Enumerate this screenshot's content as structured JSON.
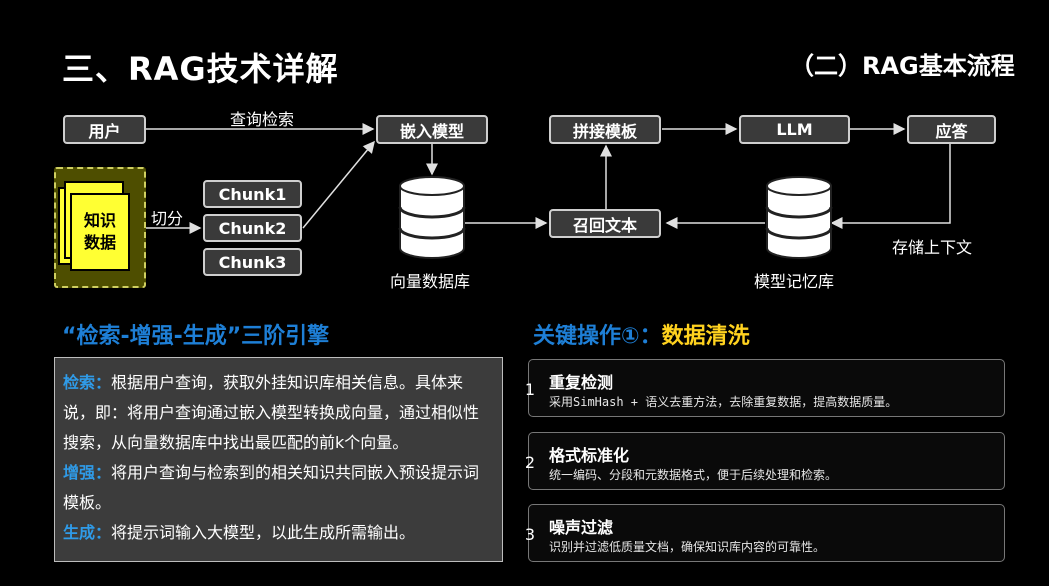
{
  "header": {
    "title": "三、RAG技术详解",
    "subtitle": "（二）RAG基本流程"
  },
  "flow": {
    "user": "用户",
    "query_label": "查询检索",
    "embed_model": "嵌入模型",
    "concat_template": "拼接模板",
    "llm": "LLM",
    "answer": "应答",
    "knowledge_data": "知识\n数据",
    "split_label": "切分",
    "chunks": [
      "Chunk1",
      "Chunk2",
      "Chunk3"
    ],
    "recall_text": "召回文本",
    "vector_db": "向量数据库",
    "model_memory": "模型记忆库",
    "store_context": "存储上下文"
  },
  "left_section": {
    "title": "“检索-增强-生成”三阶引擎",
    "items": [
      {
        "key": "检索：",
        "text": "根据用户查询，获取外挂知识库相关信息。具体来说，即：将用户查询通过嵌入模型转换成向量，通过相似性搜索，从向量数据库中找出最匹配的前k个向量。"
      },
      {
        "key": "增强：",
        "text": "将用户查询与检索到的相关知识共同嵌入预设提示词模板。"
      },
      {
        "key": "生成：",
        "text": "将提示词输入大模型，以此生成所需输出。"
      }
    ]
  },
  "right_section": {
    "title_prefix": "关键操作①：",
    "title_highlight": "数据清洗",
    "cards": [
      {
        "num": "1",
        "title": "重复检测",
        "desc": "采用SimHash + 语义去重方法，去除重复数据，提高数据质量。"
      },
      {
        "num": "2",
        "title": "格式标准化",
        "desc": "统一编码、分段和元数据格式，便于后续处理和检索。"
      },
      {
        "num": "3",
        "title": "噪声过滤",
        "desc": "识别并过滤低质量文档，确保知识库内容的可靠性。"
      }
    ]
  },
  "colors": {
    "accent_blue": "#1e7fd6",
    "accent_yellow": "#ffd21f",
    "box_bg": "#3a3a3a"
  }
}
